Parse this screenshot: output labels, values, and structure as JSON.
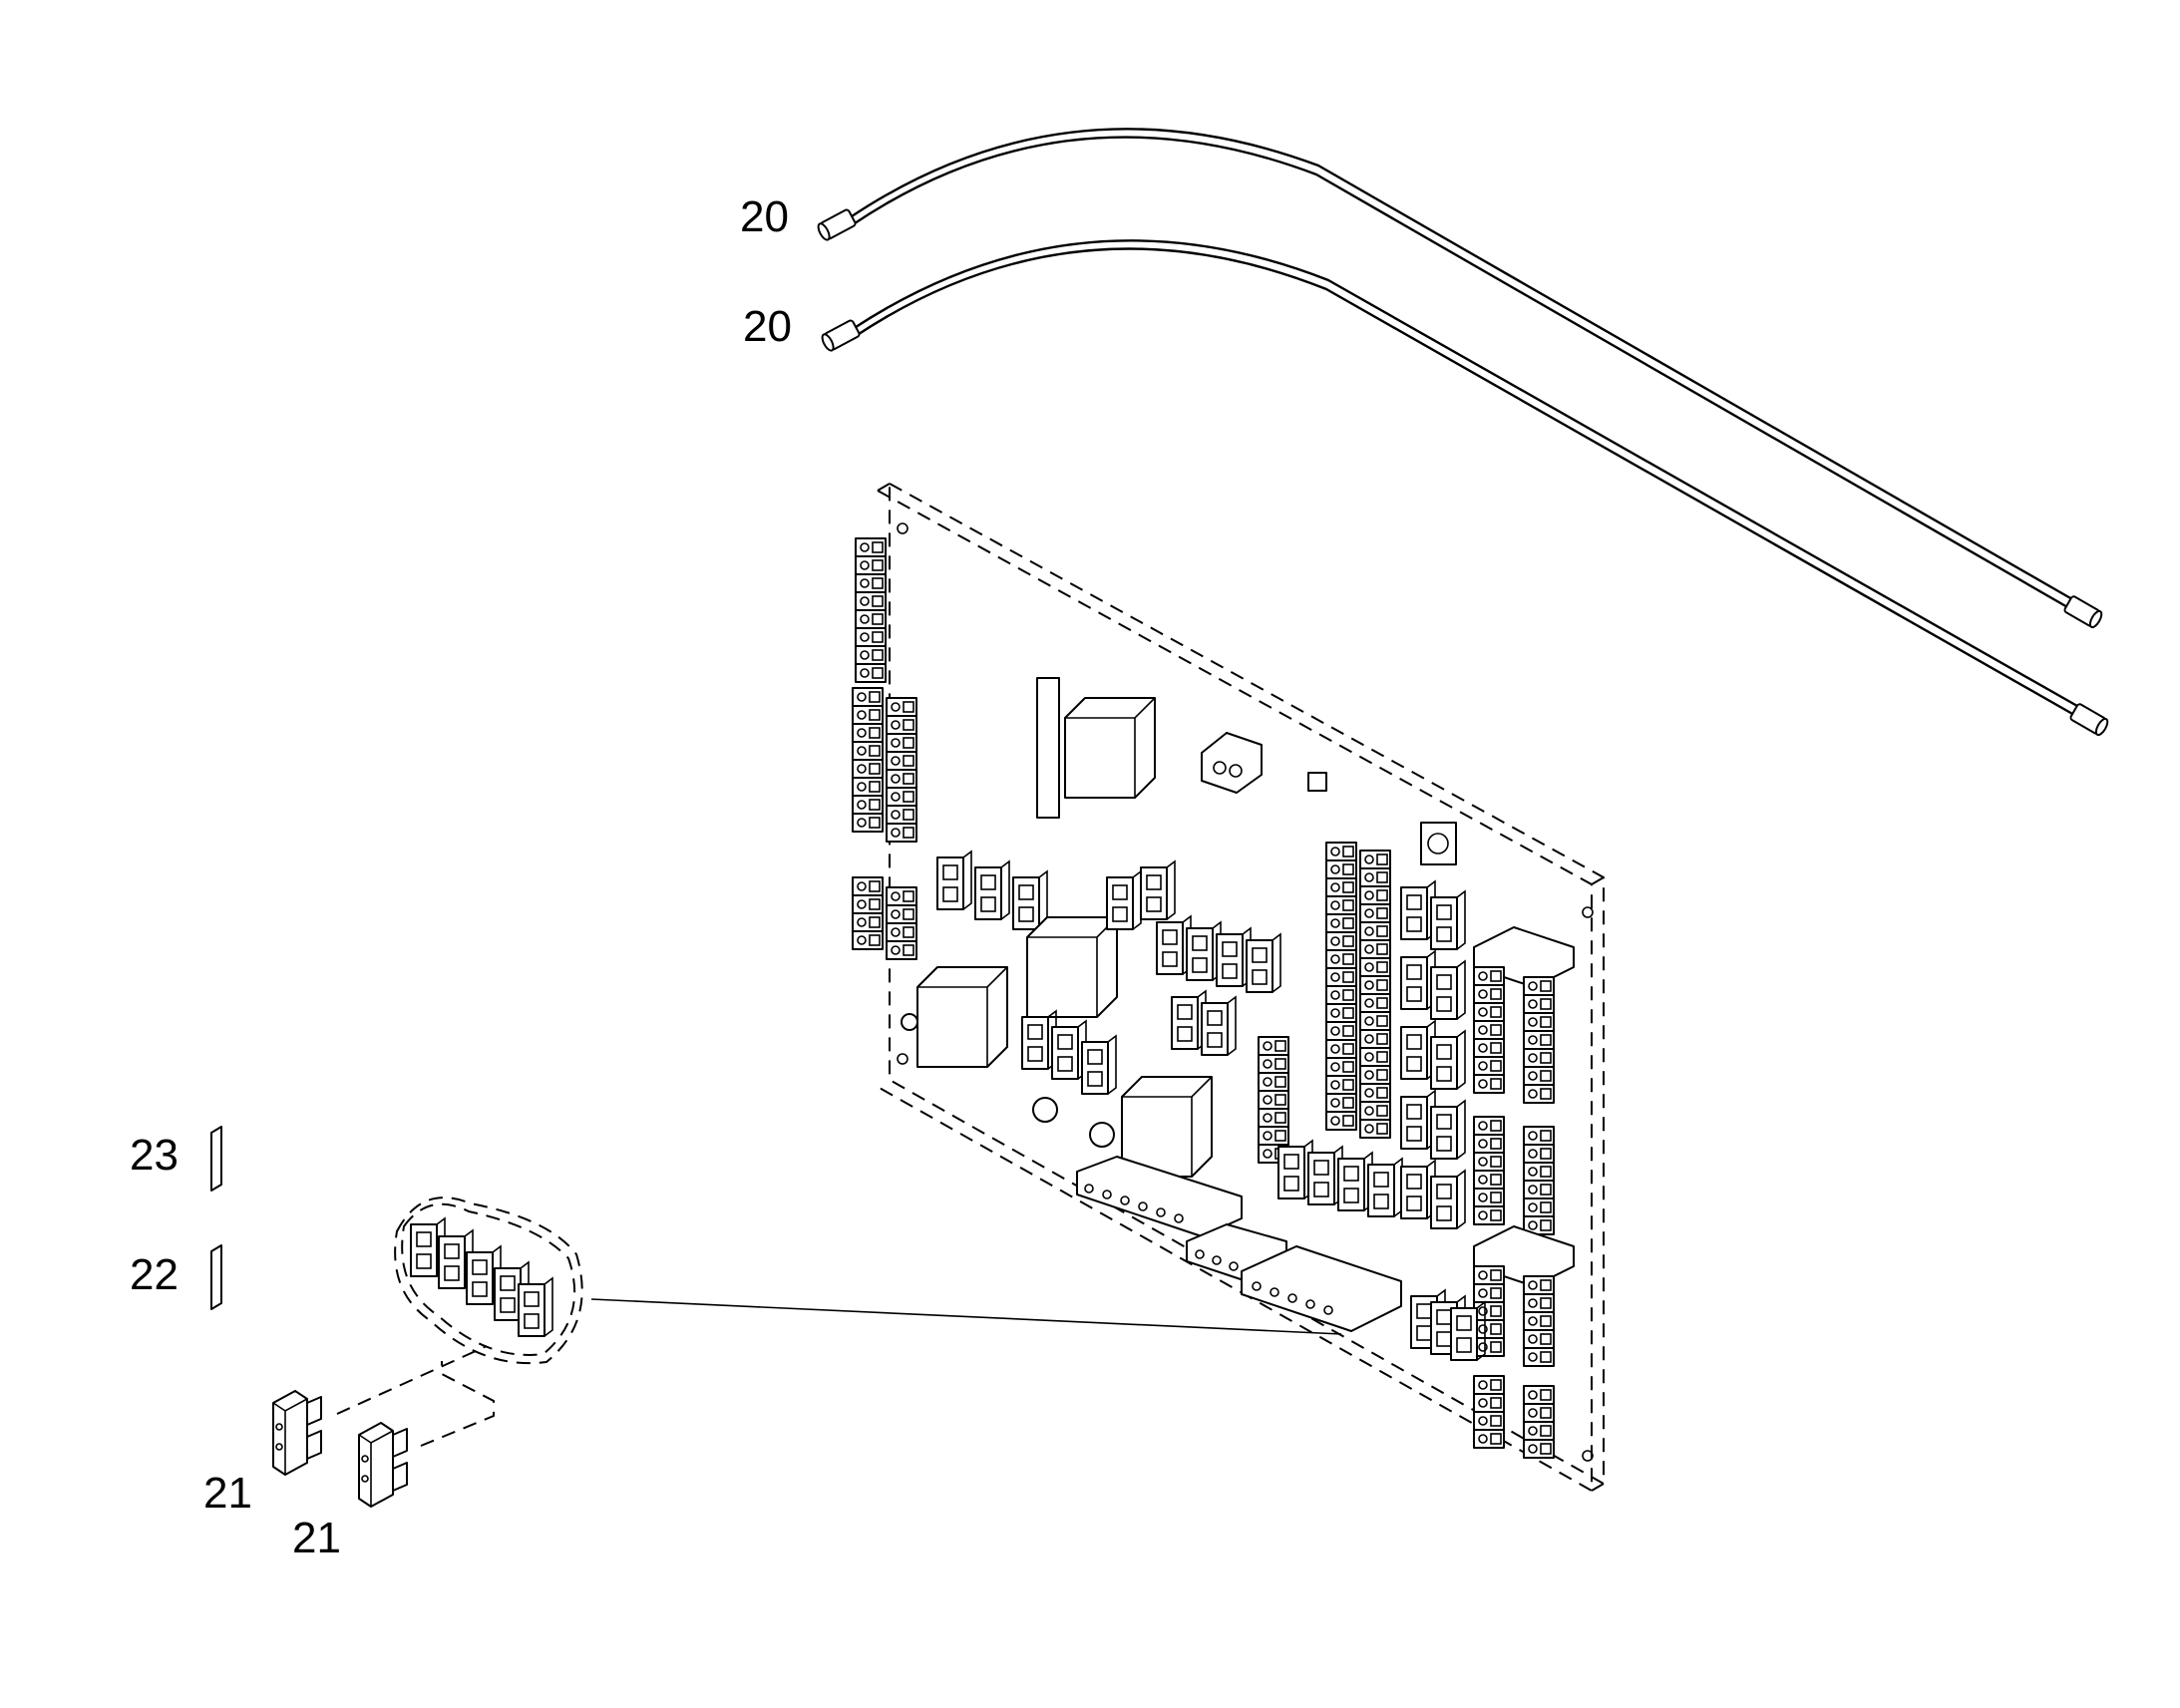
{
  "callouts": {
    "cable_upper": "20",
    "cable_lower": "20",
    "label_23": "23",
    "label_22": "22",
    "fuse_left": "21",
    "fuse_right": "21"
  }
}
